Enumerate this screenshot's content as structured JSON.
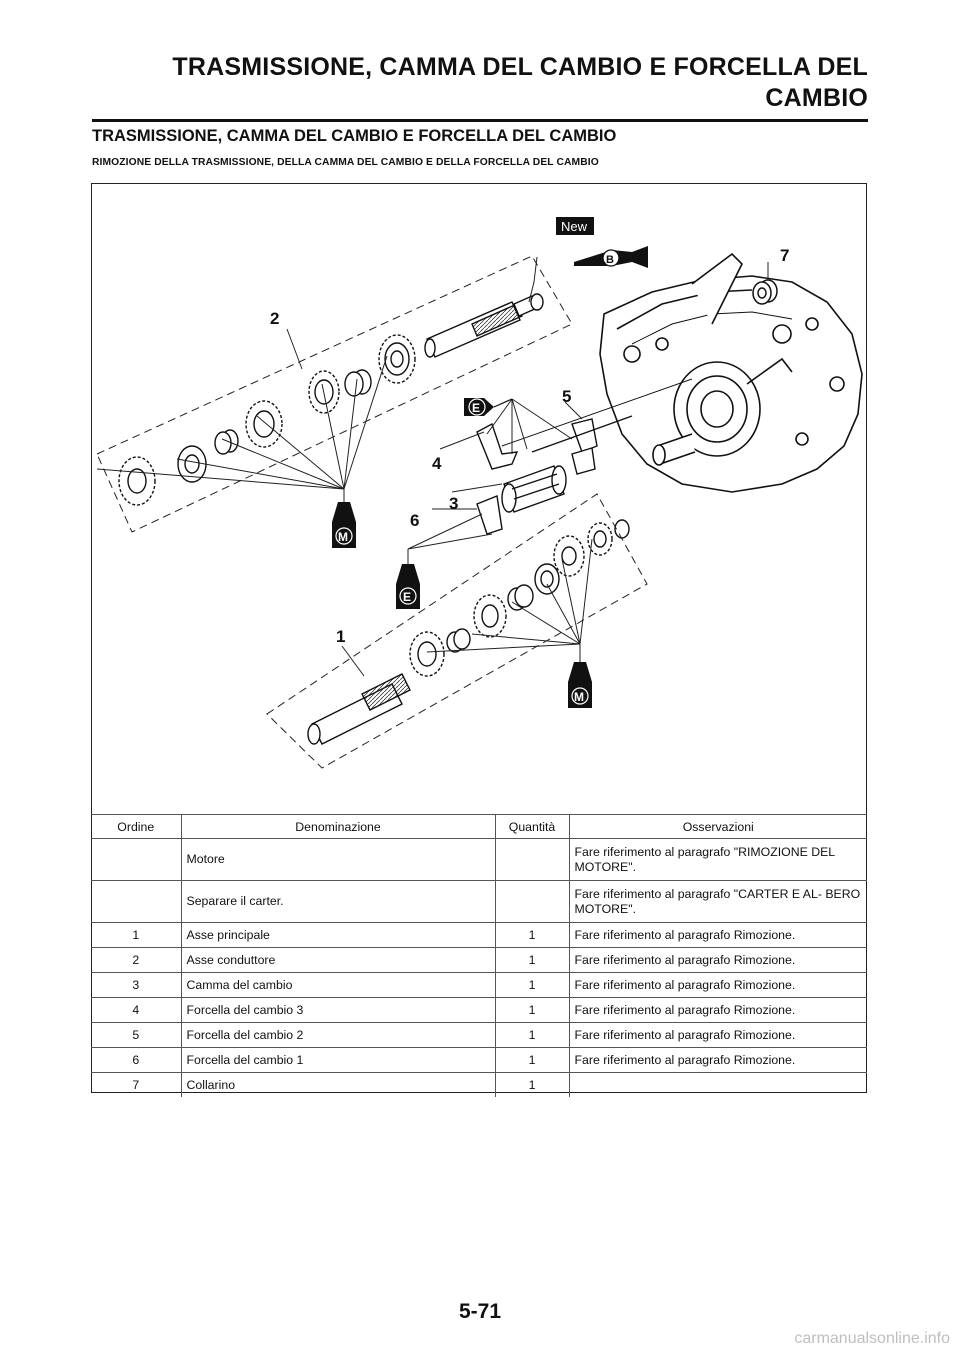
{
  "header": {
    "title_line1": "TRASMISSIONE, CAMMA DEL CAMBIO E FORCELLA DEL",
    "title_line2": "CAMBIO"
  },
  "section_title": "TRASMISSIONE, CAMMA DEL CAMBIO E FORCELLA DEL CAMBIO",
  "subsection_title": "RIMOZIONE DELLA TRASMISSIONE, DELLA CAMMA DEL CAMBIO E DELLA FORCELLA DEL CAMBIO",
  "diagram": {
    "callouts": [
      "1",
      "2",
      "3",
      "4",
      "5",
      "6",
      "7"
    ],
    "badge_new": "New",
    "symbol_b": "B",
    "symbol_e": "E",
    "symbol_m": "M"
  },
  "table": {
    "headers": [
      "Ordine",
      "Denominazione",
      "Quantità",
      "Osservazioni"
    ],
    "rows": [
      {
        "order": "",
        "name": "Motore",
        "qty": "",
        "notes": "Fare riferimento al paragrafo \"RIMOZIONE DEL MOTORE\"."
      },
      {
        "order": "",
        "name": "Separare il carter.",
        "qty": "",
        "notes": "Fare riferimento al paragrafo \"CARTER E AL- BERO MOTORE\"."
      },
      {
        "order": "1",
        "name": "Asse principale",
        "qty": "1",
        "notes": "Fare riferimento al paragrafo Rimozione."
      },
      {
        "order": "2",
        "name": "Asse conduttore",
        "qty": "1",
        "notes": "Fare riferimento al paragrafo Rimozione."
      },
      {
        "order": "3",
        "name": "Camma del cambio",
        "qty": "1",
        "notes": "Fare riferimento al paragrafo Rimozione."
      },
      {
        "order": "4",
        "name": "Forcella del cambio 3",
        "qty": "1",
        "notes": "Fare riferimento al paragrafo Rimozione."
      },
      {
        "order": "5",
        "name": "Forcella del cambio 2",
        "qty": "1",
        "notes": "Fare riferimento al paragrafo Rimozione."
      },
      {
        "order": "6",
        "name": "Forcella del cambio 1",
        "qty": "1",
        "notes": "Fare riferimento al paragrafo Rimozione."
      },
      {
        "order": "7",
        "name": "Collarino",
        "qty": "1",
        "notes": ""
      }
    ]
  },
  "page_number": "5-71",
  "watermark": "carmanualsonline.info"
}
